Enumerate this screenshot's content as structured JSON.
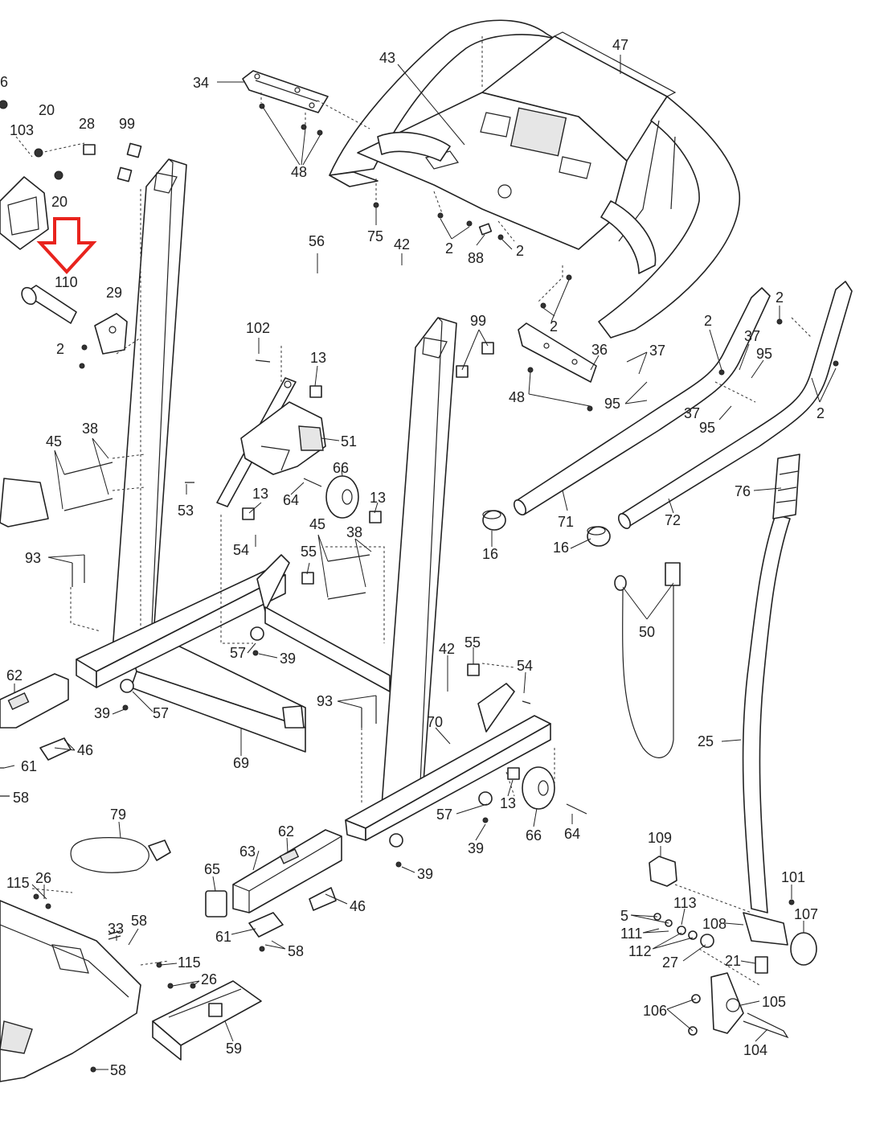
{
  "labels": [
    {
      "id": "6",
      "t": "6"
    },
    {
      "id": "20a",
      "t": "20"
    },
    {
      "id": "103",
      "t": "103"
    },
    {
      "id": "28",
      "t": "28"
    },
    {
      "id": "20b",
      "t": "20"
    },
    {
      "id": "110",
      "t": "110"
    },
    {
      "id": "29",
      "t": "29"
    },
    {
      "id": "2a",
      "t": "2"
    },
    {
      "id": "99a",
      "t": "99"
    },
    {
      "id": "34",
      "t": "34"
    },
    {
      "id": "48a",
      "t": "48"
    },
    {
      "id": "43",
      "t": "43"
    },
    {
      "id": "47",
      "t": "47"
    },
    {
      "id": "75",
      "t": "75"
    },
    {
      "id": "2b",
      "t": "2"
    },
    {
      "id": "88",
      "t": "88"
    },
    {
      "id": "2c",
      "t": "2"
    },
    {
      "id": "2d",
      "t": "2"
    },
    {
      "id": "56",
      "t": "56"
    },
    {
      "id": "42a",
      "t": "42"
    },
    {
      "id": "99b",
      "t": "99"
    },
    {
      "id": "102",
      "t": "102"
    },
    {
      "id": "13a",
      "t": "13"
    },
    {
      "id": "51",
      "t": "51"
    },
    {
      "id": "36",
      "t": "36"
    },
    {
      "id": "48b",
      "t": "48"
    },
    {
      "id": "2e",
      "t": "2"
    },
    {
      "id": "2f",
      "t": "2"
    },
    {
      "id": "37a",
      "t": "37"
    },
    {
      "id": "37b",
      "t": "37"
    },
    {
      "id": "95a",
      "t": "95"
    },
    {
      "id": "95b",
      "t": "95"
    },
    {
      "id": "37c",
      "t": "37"
    },
    {
      "id": "95c",
      "t": "95"
    },
    {
      "id": "2g",
      "t": "2"
    },
    {
      "id": "45a",
      "t": "45"
    },
    {
      "id": "38a",
      "t": "38"
    },
    {
      "id": "53",
      "t": "53"
    },
    {
      "id": "13b",
      "t": "13"
    },
    {
      "id": "64a",
      "t": "64"
    },
    {
      "id": "66a",
      "t": "66"
    },
    {
      "id": "13c",
      "t": "13"
    },
    {
      "id": "45b",
      "t": "45"
    },
    {
      "id": "38b",
      "t": "38"
    },
    {
      "id": "54a",
      "t": "54"
    },
    {
      "id": "55a",
      "t": "55"
    },
    {
      "id": "93a",
      "t": "93"
    },
    {
      "id": "71",
      "t": "71"
    },
    {
      "id": "72",
      "t": "72"
    },
    {
      "id": "16a",
      "t": "16"
    },
    {
      "id": "16b",
      "t": "16"
    },
    {
      "id": "76",
      "t": "76"
    },
    {
      "id": "50",
      "t": "50"
    },
    {
      "id": "57a",
      "t": "57"
    },
    {
      "id": "39a",
      "t": "39"
    },
    {
      "id": "62a",
      "t": "62"
    },
    {
      "id": "39b",
      "t": "39"
    },
    {
      "id": "57b",
      "t": "57"
    },
    {
      "id": "46a",
      "t": "46"
    },
    {
      "id": "61a",
      "t": "61"
    },
    {
      "id": "58a",
      "t": "58"
    },
    {
      "id": "69",
      "t": "69"
    },
    {
      "id": "93b",
      "t": "93"
    },
    {
      "id": "42b",
      "t": "42"
    },
    {
      "id": "55b",
      "t": "55"
    },
    {
      "id": "54b",
      "t": "54"
    },
    {
      "id": "70",
      "t": "70"
    },
    {
      "id": "25",
      "t": "25"
    },
    {
      "id": "13d",
      "t": "13"
    },
    {
      "id": "57c",
      "t": "57"
    },
    {
      "id": "39c",
      "t": "39"
    },
    {
      "id": "66b",
      "t": "66"
    },
    {
      "id": "64b",
      "t": "64"
    },
    {
      "id": "39d",
      "t": "39"
    },
    {
      "id": "79",
      "t": "79"
    },
    {
      "id": "62b",
      "t": "62"
    },
    {
      "id": "63",
      "t": "63"
    },
    {
      "id": "65",
      "t": "65"
    },
    {
      "id": "46b",
      "t": "46"
    },
    {
      "id": "61b",
      "t": "61"
    },
    {
      "id": "58b",
      "t": "58"
    },
    {
      "id": "115a",
      "t": "115"
    },
    {
      "id": "26a",
      "t": "26"
    },
    {
      "id": "33",
      "t": "33"
    },
    {
      "id": "58c",
      "t": "58"
    },
    {
      "id": "115b",
      "t": "115"
    },
    {
      "id": "26b",
      "t": "26"
    },
    {
      "id": "59",
      "t": "59"
    },
    {
      "id": "58d",
      "t": "58"
    },
    {
      "id": "109",
      "t": "109"
    },
    {
      "id": "101",
      "t": "101"
    },
    {
      "id": "113",
      "t": "113"
    },
    {
      "id": "5",
      "t": "5"
    },
    {
      "id": "108",
      "t": "108"
    },
    {
      "id": "107",
      "t": "107"
    },
    {
      "id": "111",
      "t": "111"
    },
    {
      "id": "112",
      "t": "112"
    },
    {
      "id": "27",
      "t": "27"
    },
    {
      "id": "21",
      "t": "21"
    },
    {
      "id": "105",
      "t": "105"
    },
    {
      "id": "106",
      "t": "106"
    },
    {
      "id": "104",
      "t": "104"
    }
  ],
  "highlight": {
    "target": "110",
    "color": "#e8231d"
  },
  "colors": {
    "ink": "#222222",
    "paper": "#ffffff",
    "shade": "#e6e6e6"
  }
}
